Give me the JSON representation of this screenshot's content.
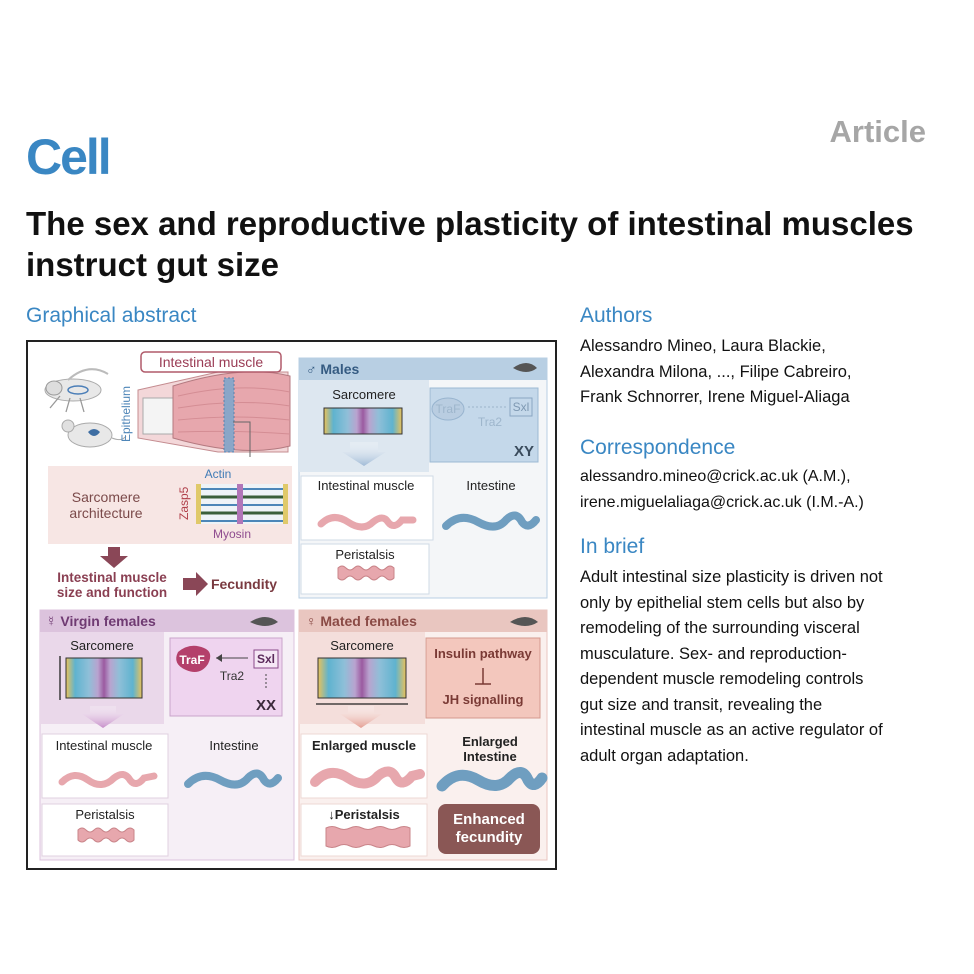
{
  "header": {
    "journal": "Cell",
    "article_type": "Article",
    "title": "The sex and reproductive plasticity of intestinal muscles instruct gut size"
  },
  "graphical_abstract": {
    "heading": "Graphical abstract",
    "labels": {
      "intestinal_muscle": "Intestinal muscle",
      "epithelium": "Epithelium",
      "actin": "Actin",
      "zasp5": "Zasp5",
      "myosin": "Myosin",
      "sarcomere_architecture": "Sarcomere\narchitecture",
      "intestinal_muscle_size": "Intestinal muscle\nsize and function",
      "fecundity": "Fecundity",
      "males": "♂ Males",
      "sarcomere": "Sarcomere",
      "traf": "TraF",
      "sxl": "Sxl",
      "tra2": "Tra2",
      "xy": "XY",
      "xx": "XX",
      "intestinal_muscle_panel": "Intestinal muscle",
      "intestine": "Intestine",
      "peristalsis": "Peristalsis",
      "virgin_females": "☿ Virgin females",
      "mated_females": "♀ Mated females",
      "insulin_pathway": "Insulin pathway",
      "jh_signalling": "JH signalling",
      "enlarged_muscle": "Enlarged muscle",
      "enlarged_intestine": "Enlarged\nIntestine",
      "down_peristalsis": "↓Peristalsis",
      "enhanced_fecundity": "Enhanced\nfecundity"
    }
  },
  "authors": {
    "heading": "Authors",
    "lines": [
      "Alessandro Mineo, Laura Blackie,",
      "Alexandra Milona, ..., Filipe Cabreiro,",
      "Frank Schnorrer, Irene Miguel-Aliaga"
    ]
  },
  "correspondence": {
    "heading": "Correspondence",
    "lines": [
      "alessandro.mineo@crick.ac.uk (A.M.),",
      "irene.miguelaliaga@crick.ac.uk (I.M.-A.)"
    ]
  },
  "in_brief": {
    "heading": "In brief",
    "lines": [
      "Adult intestinal size plasticity is driven not",
      "only by epithelial stem cells but also by",
      "remodeling of the surrounding visceral",
      "musculature. Sex- and reproduction-",
      "dependent muscle remodeling controls",
      "gut size and transit, revealing the",
      "intestinal muscle as an active regulator of",
      "adult organ adaptation."
    ]
  },
  "colors": {
    "cell_blue": "#3a87c3",
    "male_blue": "#b8cfe3",
    "virgin_pink": "#dcc3dd",
    "mated_salmon": "#e9c6c0",
    "muscle_pink": "#e7a7ad",
    "intestine_blue": "#6f9ec0",
    "dark_brown": "#8a5755"
  }
}
